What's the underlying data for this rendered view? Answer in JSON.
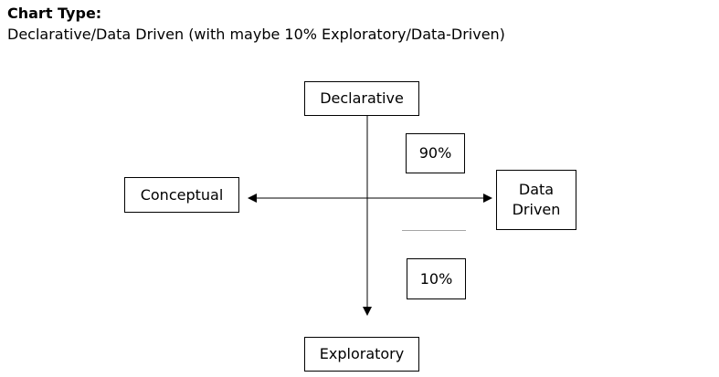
{
  "heading": {
    "title": "Chart Type:",
    "subtitle": "Declarative/Data Driven (with maybe 10% Exploratory/Data-Driven)"
  },
  "quadrant": {
    "top": "Declarative",
    "bottom": "Exploratory",
    "left": "Conceptual",
    "right": "Data Driven",
    "upper_percent": "90%",
    "lower_percent": "10%"
  },
  "colors": {
    "line": "#000000",
    "divider": "#a6a6a6",
    "background": "#ffffff"
  }
}
